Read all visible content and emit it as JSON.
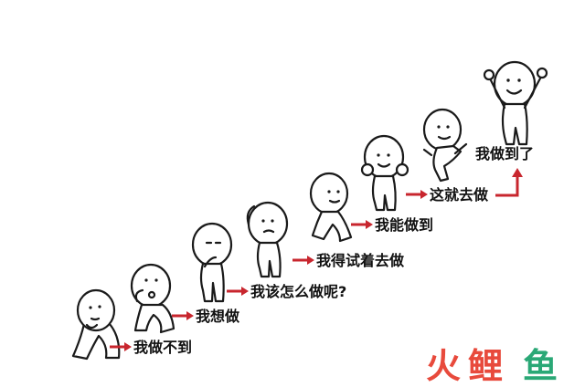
{
  "steps": [
    {
      "label": "我做不到"
    },
    {
      "label": "我想做"
    },
    {
      "label": "我该怎么做呢?"
    },
    {
      "label": "我得试着去做"
    },
    {
      "label": "我能做到"
    },
    {
      "label": "这就去做"
    },
    {
      "label": "我做到了"
    }
  ],
  "watermark": {
    "char1": "火",
    "char2": "鲤",
    "char3": "鱼"
  },
  "colors": {
    "arrow": "#c8262e",
    "watermark_red": "#e84a3c",
    "watermark_green": "#2aa876"
  }
}
